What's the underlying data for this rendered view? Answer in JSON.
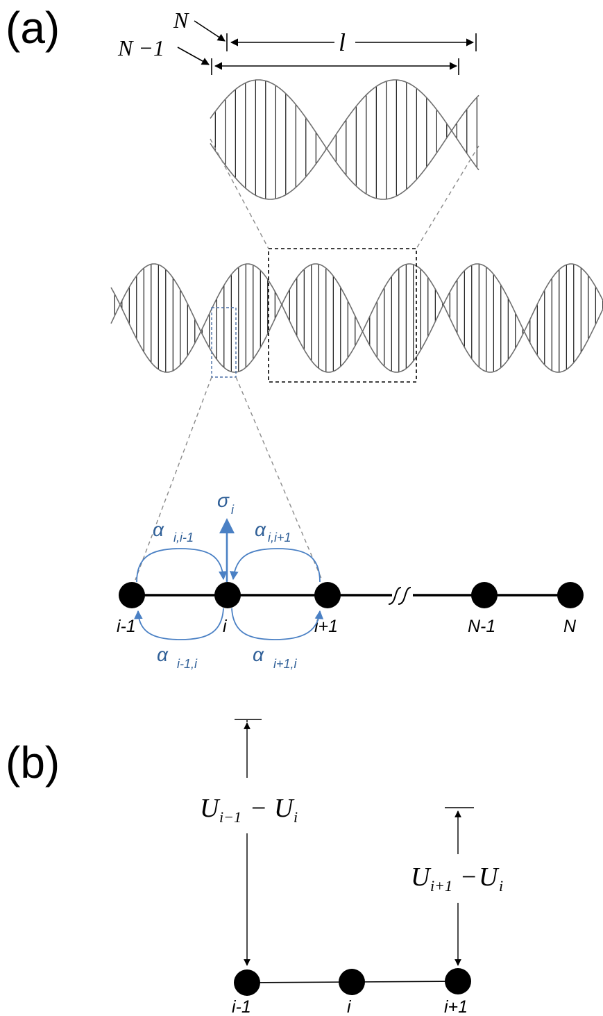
{
  "panels": {
    "a": "(a)",
    "b": "(b)"
  },
  "top_labels": {
    "N": "N",
    "N_minus_1": "N −1",
    "l": "l"
  },
  "node_labels": {
    "i_minus_1": "i-1",
    "i": "i",
    "i_plus_1": "i+1",
    "N_minus_1": "N-1",
    "N": "N"
  },
  "couplings": {
    "sigma": "σ",
    "sigma_sub": "i",
    "alpha": "α",
    "a_i_im1": "i,i-1",
    "a_i_ip1": "i,i+1",
    "a_im1_i": "i-1,i",
    "a_ip1_i": "i+1,i"
  },
  "panel_b": {
    "U": "U",
    "sub_im1": "i−1",
    "sub_i": "i",
    "sub_ip1": "i+1",
    "minus": "−",
    "node_labels": {
      "i_minus_1": "i-1",
      "i": "i",
      "i_plus_1": "i+1"
    }
  },
  "colors": {
    "blue": "#4a80c4",
    "blue_text": "#2f5f97",
    "wave": "#6e6e6e"
  }
}
